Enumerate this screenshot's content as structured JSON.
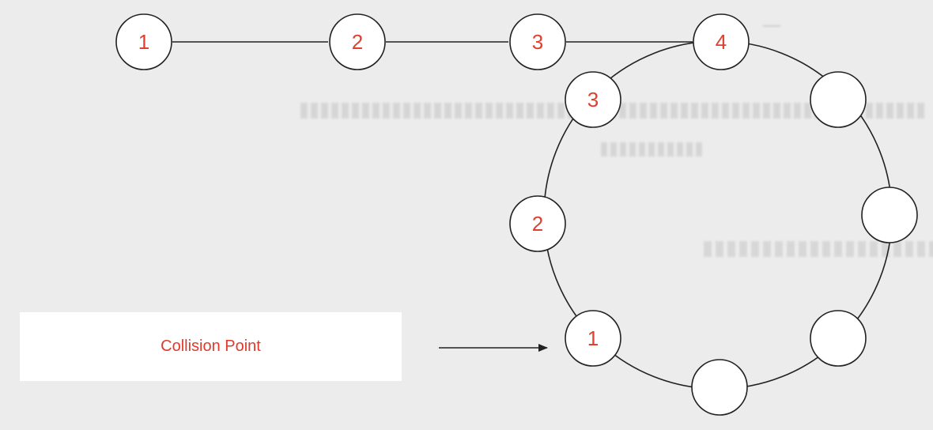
{
  "diagram": {
    "tail_nodes": [
      {
        "label": "1"
      },
      {
        "label": "2"
      },
      {
        "label": "3"
      }
    ],
    "junction_node": {
      "label": "4"
    },
    "cycle_nodes": [
      {
        "label": ""
      },
      {
        "label": ""
      },
      {
        "label": ""
      },
      {
        "label": ""
      },
      {
        "label": "1"
      },
      {
        "label": "2"
      },
      {
        "label": "3"
      }
    ],
    "annotation": {
      "label": "Collision Point",
      "points_to": "cycle node 1"
    },
    "colors": {
      "label_text": "#e0402f",
      "stroke": "#222222",
      "node_fill": "#ffffff",
      "background": "#ececec"
    }
  }
}
